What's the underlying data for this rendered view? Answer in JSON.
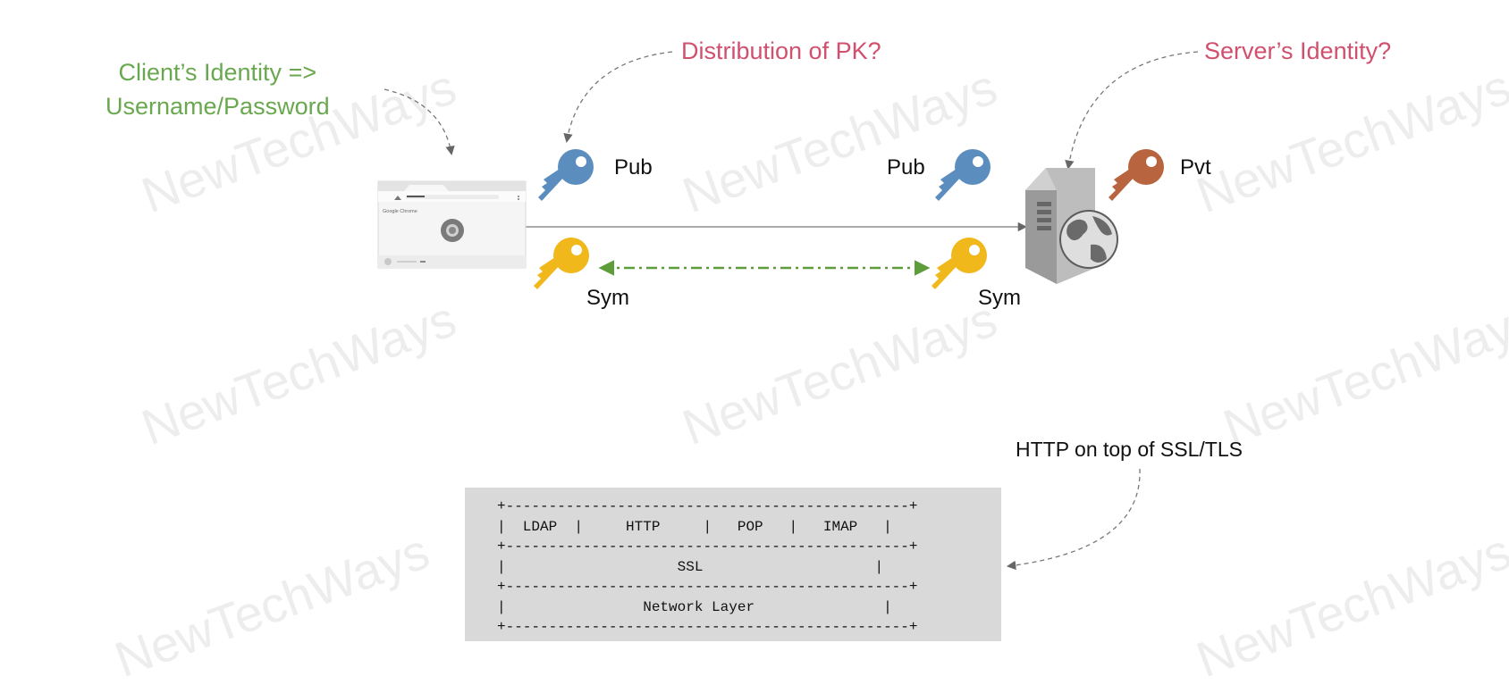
{
  "labels": {
    "client_identity_line1": "Client’s Identity =>",
    "client_identity_line2": "Username/Password",
    "distribution_question": "Distribution of PK?",
    "server_identity_question": "Server’s Identity?",
    "pub_client": "Pub",
    "pub_server": "Pub",
    "pvt_server": "Pvt",
    "sym_client": "Sym",
    "sym_server": "Sym",
    "http_on_top": "HTTP on top of SSL/TLS"
  },
  "browser": {
    "brand_text": "Google Chrome"
  },
  "protocol_stack": {
    "rows": [
      "+-----------------------------------------------+",
      "|  LDAP  |     HTTP     |   POP   |   IMAP   |",
      "+-----------------------------------------------+",
      "|                    SSL                    |",
      "+-----------------------------------------------+",
      "|                Network Layer               |",
      "+-----------------------------------------------+"
    ]
  },
  "watermark": "NewTechWays",
  "colors": {
    "green_label": "#6aa84f",
    "red_label": "#d0506e",
    "pub_key": "#5b8dbf",
    "pvt_key": "#b8643e",
    "sym_key": "#f0b81a",
    "sym_arrow": "#5e9e3a",
    "stack_bg": "#d9d9d9"
  },
  "icons": [
    "browser-window-icon",
    "server-globe-icon",
    "public-key-icon",
    "private-key-icon",
    "symmetric-key-icon"
  ]
}
